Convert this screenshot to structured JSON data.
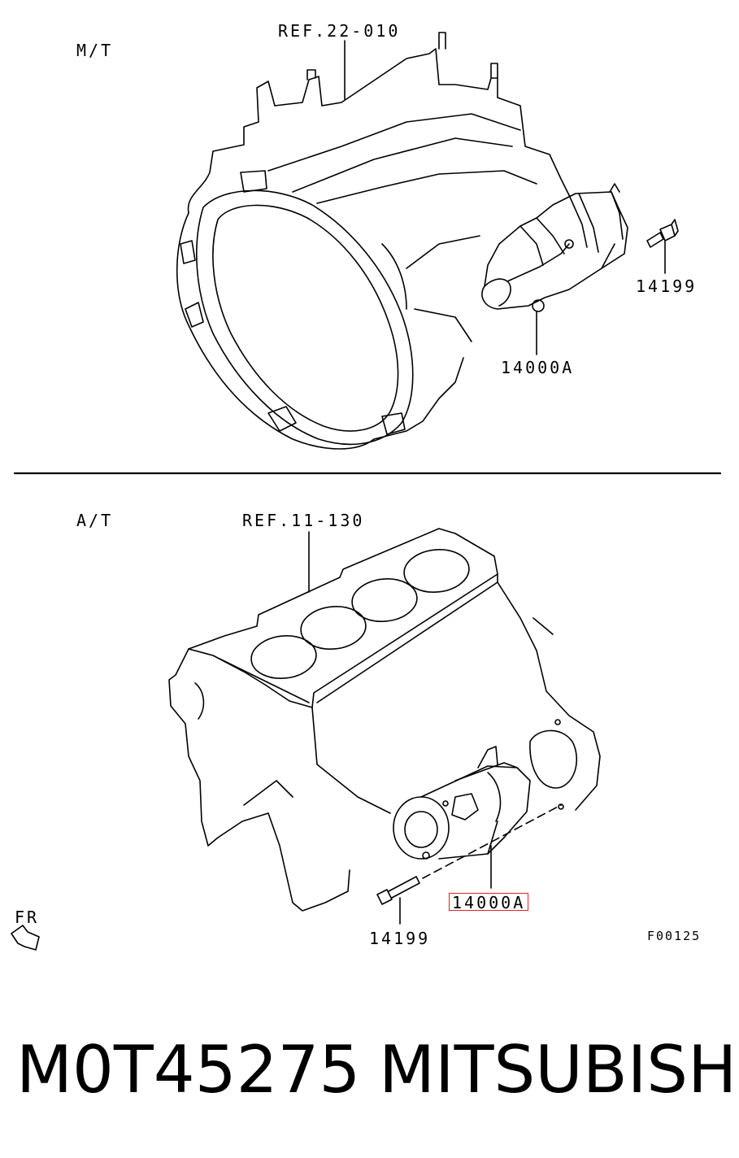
{
  "top_section": {
    "mode_label": "M/T",
    "ref_label": "REF.22-010",
    "bolt_part": "14199",
    "starter_part": "14000A"
  },
  "bottom_section": {
    "mode_label": "A/T",
    "ref_label": "REF.11-130",
    "bolt_part": "14199",
    "starter_part": "14000A",
    "direction_label": "FR",
    "figure_code": "F00125"
  },
  "footer": {
    "part_number": "M0T45275",
    "brand": "MITSUBISHI"
  },
  "colors": {
    "line": "#000000",
    "highlight": "#e0202a"
  }
}
